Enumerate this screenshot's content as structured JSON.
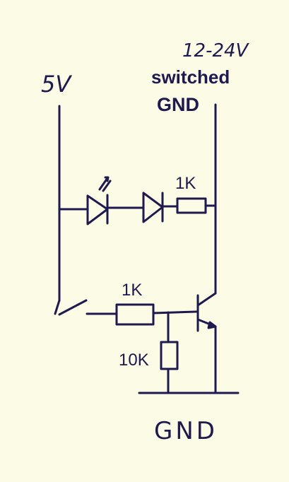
{
  "labels": {
    "supply_5v": "5V",
    "supply_high": "12-24V",
    "switched_line1": "switched",
    "switched_line2": "GND",
    "r_led": "1K",
    "r_base": "1K",
    "r_pulldown": "10K",
    "ground": "GND"
  },
  "colors": {
    "ink": "#1e1a4e",
    "paper": "#fbfbe6"
  }
}
